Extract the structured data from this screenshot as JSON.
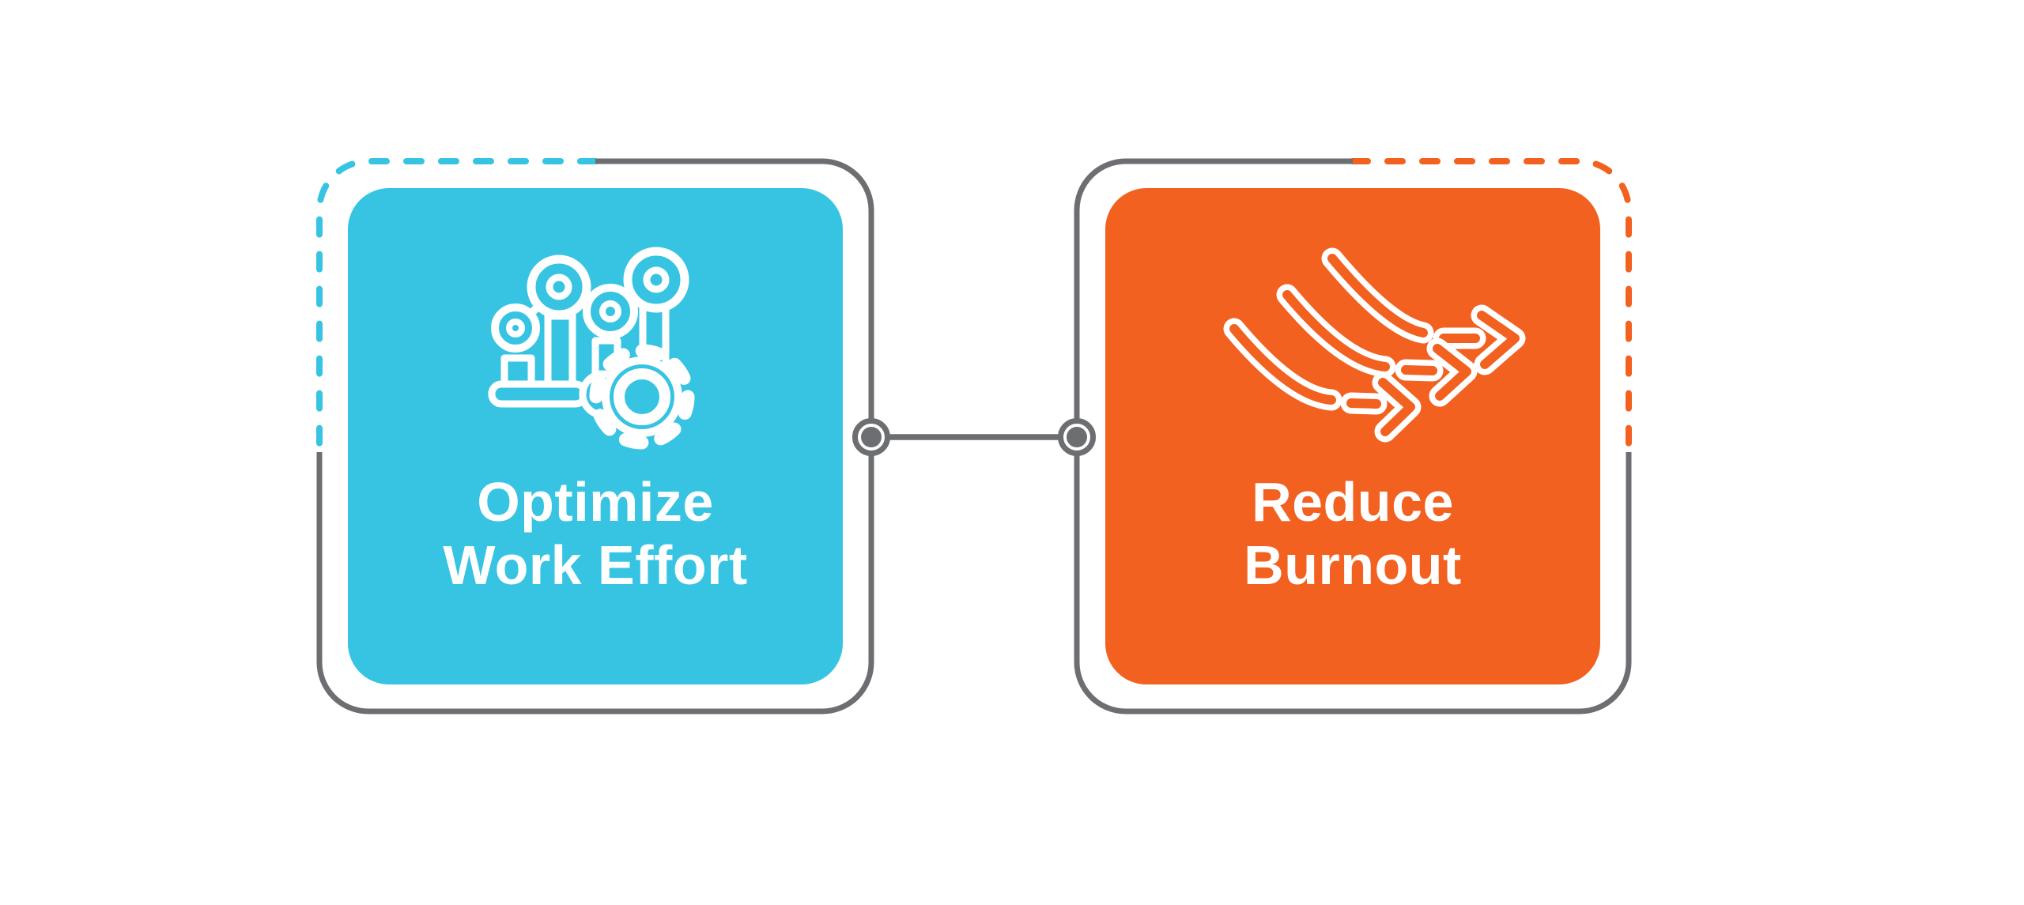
{
  "canvas": {
    "background": "#FFFFFF"
  },
  "colors": {
    "cyan": "#37C4E2",
    "orange": "#F2611F",
    "gray": "#6D6E71",
    "white": "#FFFFFF"
  },
  "nodes": {
    "optimize": {
      "line1": "Optimize",
      "line2": "Work Effort",
      "fill_color": "#37C4E2",
      "dash_color": "#37C4E2",
      "dashed_edge": "top-left",
      "icon": "bar-chart-gear-icon"
    },
    "burnout": {
      "line1": "Reduce",
      "line2": "Burnout",
      "fill_color": "#F2611F",
      "dash_color": "#F2611F",
      "dashed_edge": "top-right",
      "icon": "descending-arrows-icon"
    }
  },
  "connector": {
    "style": "solid-line",
    "endpoint_style": "bullseye-circle",
    "color": "#6D6E71"
  }
}
